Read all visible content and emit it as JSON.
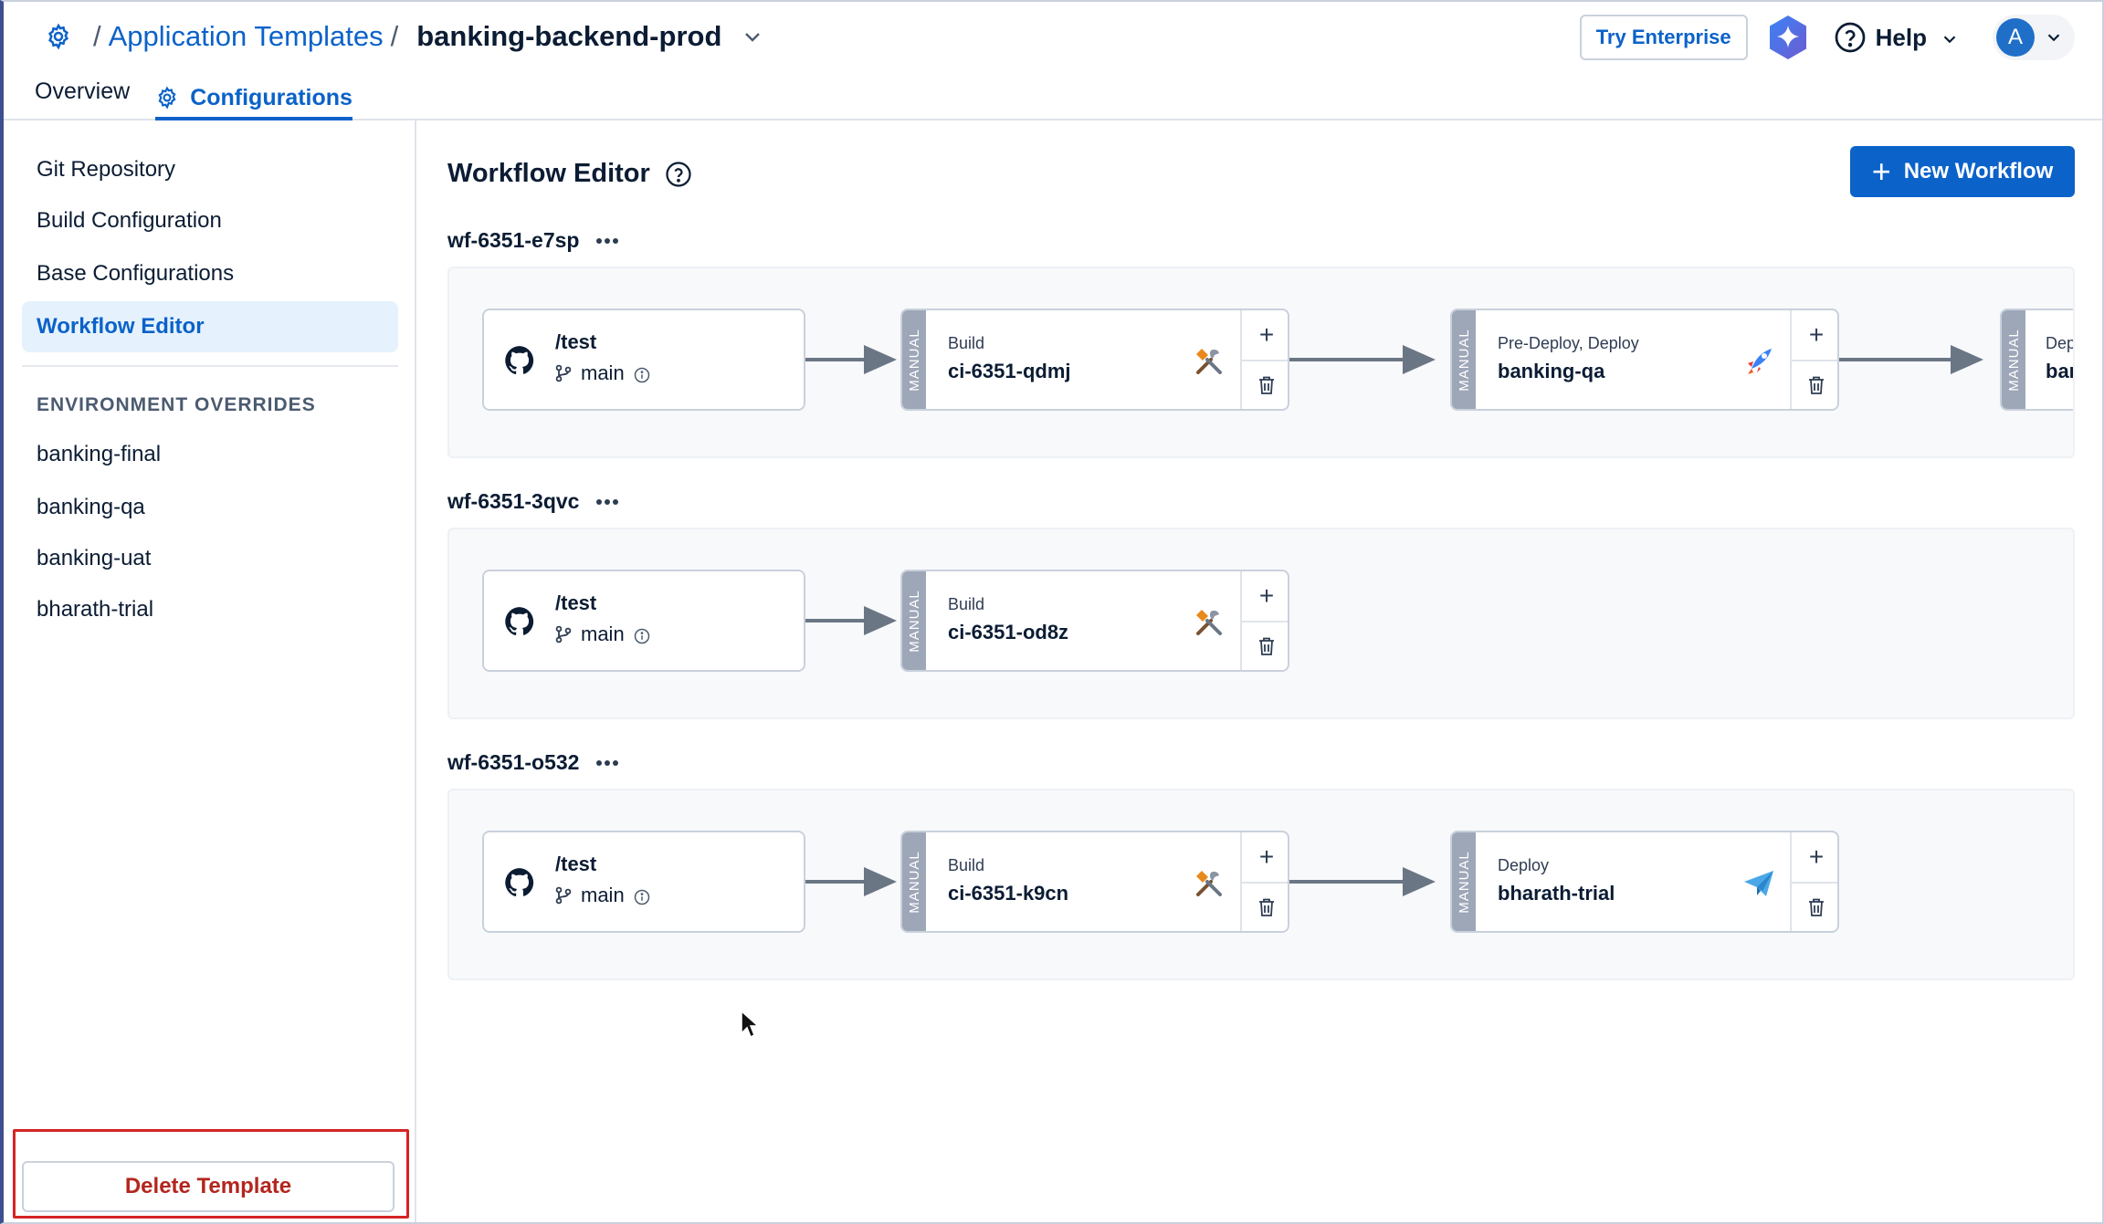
{
  "header": {
    "breadcrumb_sep": "/",
    "breadcrumb_link": "Application Templates",
    "current_app": "banking-backend-prod",
    "tabs": {
      "overview": "Overview",
      "configurations": "Configurations"
    },
    "try_enterprise": "Try Enterprise",
    "help": "Help",
    "avatar_initial": "A"
  },
  "sidebar": {
    "items": [
      "Git Repository",
      "Build Configuration",
      "Base Configurations",
      "Workflow Editor"
    ],
    "active_item": "Workflow Editor",
    "env_heading": "ENVIRONMENT OVERRIDES",
    "env_items": [
      "banking-final",
      "banking-qa",
      "banking-uat",
      "bharath-trial"
    ],
    "delete_button": "Delete Template"
  },
  "main": {
    "title": "Workflow Editor",
    "new_workflow_button": "New Workflow",
    "workflows": [
      {
        "name": "wf-6351-e7sp",
        "source": {
          "path": "/test",
          "branch": "main"
        },
        "nodes": [
          {
            "strip": "MANUAL",
            "type": "Build",
            "name": "ci-6351-qdmj",
            "icon": "build-tools-icon"
          },
          {
            "strip": "MANUAL",
            "type": "Pre-Deploy, Deploy",
            "name": "banking-qa",
            "icon": "rocket-icon"
          },
          {
            "strip": "MANUAL",
            "type": "Dep",
            "name": "bar",
            "icon": "none"
          }
        ]
      },
      {
        "name": "wf-6351-3qvc",
        "source": {
          "path": "/test",
          "branch": "main"
        },
        "nodes": [
          {
            "strip": "MANUAL",
            "type": "Build",
            "name": "ci-6351-od8z",
            "icon": "build-tools-icon"
          }
        ]
      },
      {
        "name": "wf-6351-o532",
        "source": {
          "path": "/test",
          "branch": "main"
        },
        "nodes": [
          {
            "strip": "MANUAL",
            "type": "Build",
            "name": "ci-6351-k9cn",
            "icon": "build-tools-icon"
          },
          {
            "strip": "MANUAL",
            "type": "Deploy",
            "name": "bharath-trial",
            "icon": "paper-plane-icon"
          }
        ]
      }
    ]
  },
  "colors": {
    "accent": "#0b62c9",
    "active_bg": "#e5f2fd",
    "danger": "#b3261e",
    "manual_strip": "#9ea7b8"
  }
}
